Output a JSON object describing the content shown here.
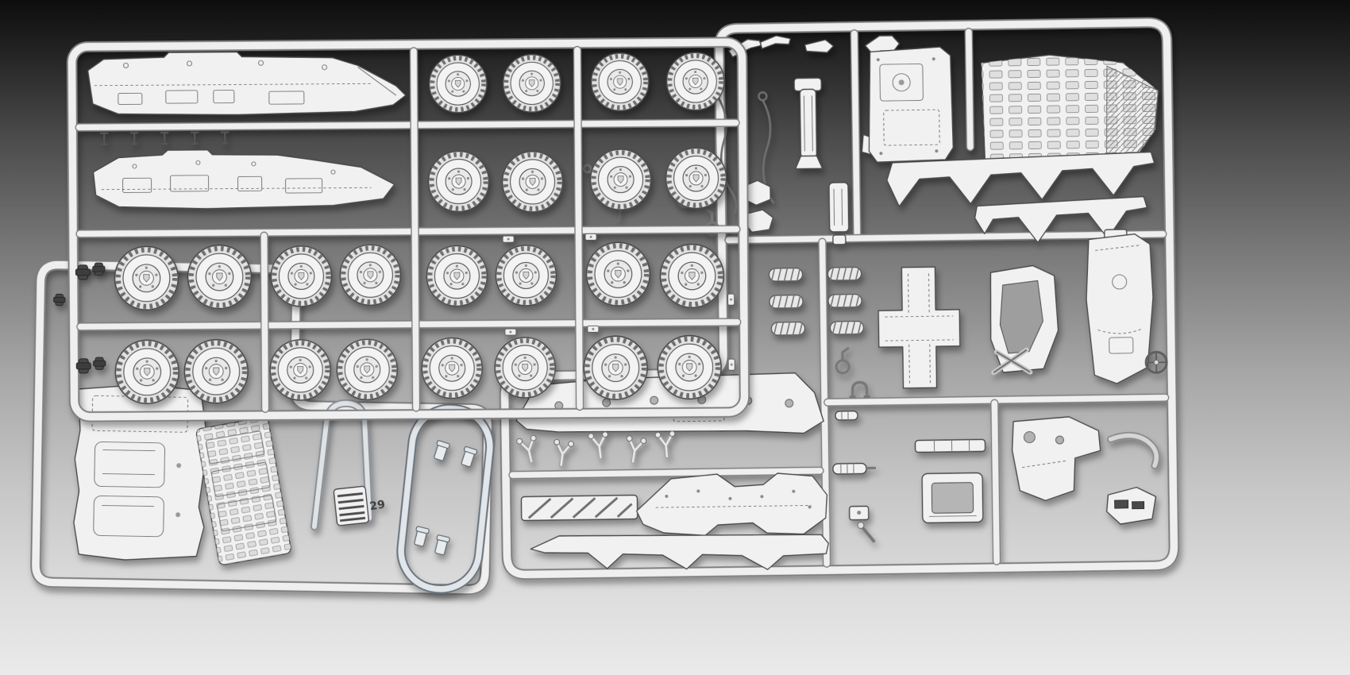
{
  "labels": {
    "part_number": "29"
  },
  "colors": {
    "background_top": "#0d0d0d",
    "background_bottom": "#eaeaea",
    "plastic": "#f1f1f1",
    "plastic_edge": "#7f7f7f",
    "part_outline": "#4a4a4a",
    "clear_plastic": "#dfe3e6",
    "dark_plastic": "#474747"
  },
  "scene": {
    "subject": "plastic-model-kit-sprues",
    "wheel_count": 24,
    "sprues": [
      {
        "id": "sprue-a",
        "parts": [
          "hull-half x2",
          "road-wheel x24",
          "antenna-bit x5",
          "axle-bit x6",
          "dark-polycap x5"
        ]
      },
      {
        "id": "sprue-b",
        "parts": [
          "roof-panel",
          "armor-plate",
          "fender-strip x2",
          "coil-spring x6",
          "cross-panel",
          "cab-frame",
          "side-panel",
          "steering-wheel",
          "tow-cable x3",
          "chassis-beam",
          "lattice-beam",
          "chassis-plate",
          "cross-member",
          "suspension-fork x5",
          "exhaust",
          "hook x3",
          "shackle",
          "console",
          "mount-bracket",
          "tube-runner",
          "vent",
          "wiper x3",
          "hinge x2",
          "bracket x4"
        ]
      },
      {
        "id": "sprue-c",
        "parts": [
          "hull-tub",
          "engine-deck",
          "runner-loop",
          "grille-step-with-number"
        ]
      },
      {
        "id": "sprue-d-clear",
        "parts": [
          "periscope x4"
        ]
      }
    ]
  }
}
